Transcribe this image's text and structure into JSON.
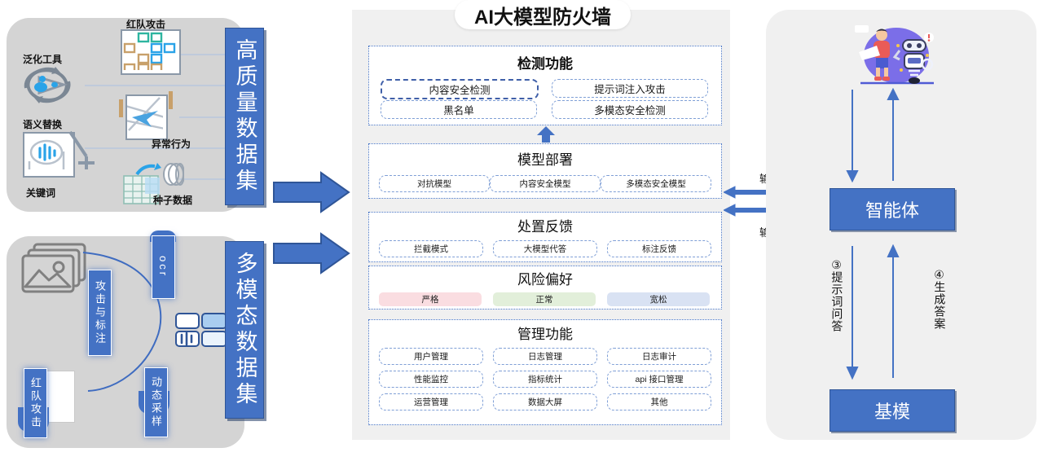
{
  "title": "AI大模型防火墙",
  "left_top": {
    "banner": "高质量数据集",
    "labels": {
      "red_team": "红队攻击",
      "generalization_tool": "泛化工具",
      "semantic_replace": "语义替换",
      "abnormal_behavior": "异常行为",
      "keyword": "关键词",
      "seed_data": "种子数据"
    }
  },
  "left_bottom": {
    "banner": "多模态数据集",
    "chips": {
      "ocr": "ocr",
      "attack_and_label": "攻击与标注",
      "dynamic_sampling": "动态采样",
      "red_team_attack": "红队攻击"
    }
  },
  "firewall": {
    "detection": {
      "title": "检测功能",
      "items": [
        "内容安全检测",
        "提示词注入攻击",
        "黑名单",
        "多模态安全检测"
      ],
      "highlighted": "内容安全检测"
    },
    "deployment": {
      "title": "模型部署",
      "items": [
        "对抗模型",
        "内容安全模型",
        "多模态安全模型"
      ]
    },
    "disposal": {
      "title": "处置反馈",
      "items": [
        "拦截模式",
        "大模型代答",
        "标注反馈"
      ]
    },
    "risk": {
      "title": "风险偏好",
      "items": [
        {
          "label": "严格",
          "color": "#fadde1"
        },
        {
          "label": "正常",
          "color": "#e2efda"
        },
        {
          "label": "宽松",
          "color": "#d9e2f3"
        }
      ]
    },
    "management": {
      "title": "管理功能",
      "items": [
        "用户管理",
        "日志管理",
        "日志审计",
        "性能监控",
        "指标统计",
        "api 接口管理",
        "运营管理",
        "数据大屏",
        "其他"
      ]
    }
  },
  "audit": {
    "input": "输入审计",
    "output": "输出审计"
  },
  "right": {
    "agent": "智能体",
    "base_model": "基模",
    "flow_3": "③ 提示词问答",
    "flow_3_num": "③",
    "flow_3_text": "提示词问答",
    "flow_4_num": "④",
    "flow_4_text": "生成答案"
  },
  "colors": {
    "brand_blue": "#4472c4",
    "panel_gray": "#d4d4d4",
    "center_gray": "#f0f0f0",
    "arrow_blue": "#4472c4",
    "strict": "#fadde1",
    "normal": "#e2efda",
    "loose": "#d9e2f3"
  }
}
